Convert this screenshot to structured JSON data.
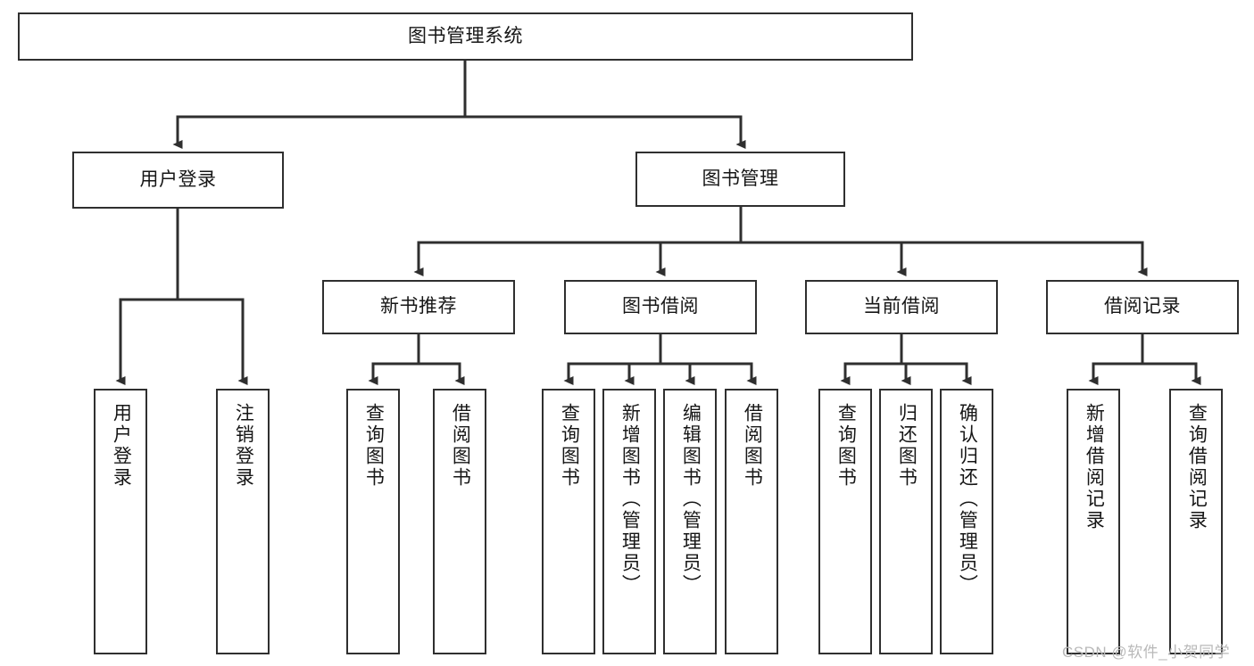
{
  "diagram": {
    "type": "hierarchy-tree",
    "title": "图书管理系统",
    "watermark": "CSDN @软件_小贺同学",
    "nodes": {
      "root": {
        "label": "图书管理系统"
      },
      "level1": [
        {
          "id": "user-login",
          "label": "用户登录"
        },
        {
          "id": "book-manage",
          "label": "图书管理"
        }
      ],
      "level2": [
        {
          "id": "new-book-rec",
          "label": "新书推荐"
        },
        {
          "id": "book-borrow",
          "label": "图书借阅"
        },
        {
          "id": "current-borrow",
          "label": "当前借阅"
        },
        {
          "id": "borrow-record",
          "label": "借阅记录"
        }
      ],
      "leaves": [
        {
          "id": "leaf-user-login",
          "label": "用户登录"
        },
        {
          "id": "leaf-logout",
          "label": "注销登录"
        },
        {
          "id": "leaf-query-book-1",
          "label": "查询图书"
        },
        {
          "id": "leaf-borrow-book-1",
          "label": "借阅图书"
        },
        {
          "id": "leaf-query-book-2",
          "label": "查询图书"
        },
        {
          "id": "leaf-add-book",
          "label": "新增图书（管理员）"
        },
        {
          "id": "leaf-edit-book",
          "label": "编辑图书（管理员）"
        },
        {
          "id": "leaf-borrow-book-2",
          "label": "借阅图书"
        },
        {
          "id": "leaf-query-book-3",
          "label": "查询图书"
        },
        {
          "id": "leaf-return-book",
          "label": "归还图书"
        },
        {
          "id": "leaf-confirm-return",
          "label": "确认归还（管理员）"
        },
        {
          "id": "leaf-add-record",
          "label": "新增借阅记录"
        },
        {
          "id": "leaf-query-record",
          "label": "查询借阅记录"
        }
      ]
    },
    "colors": {
      "stroke": "#2f2f2f",
      "fill": "#ffffff",
      "text": "#161616",
      "watermark": "#b9b9b9"
    }
  }
}
